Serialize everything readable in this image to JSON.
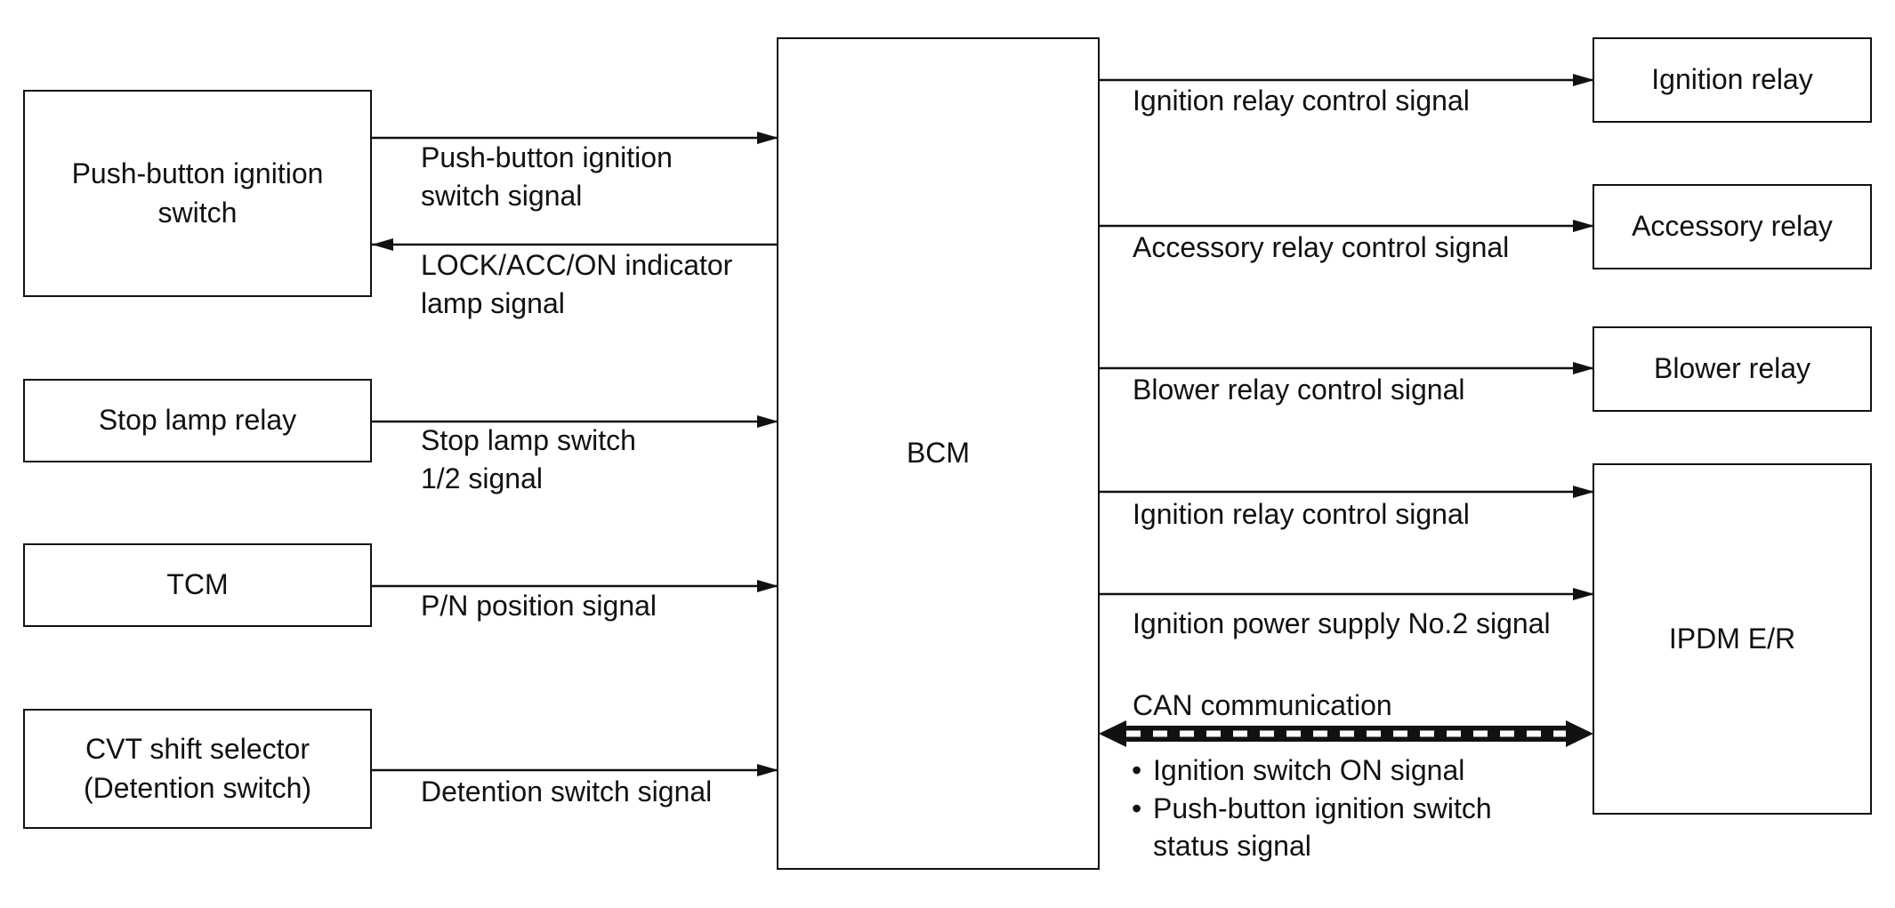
{
  "blocks": {
    "push_button_switch": [
      "Push-button ignition",
      "switch"
    ],
    "stop_lamp_relay": "Stop lamp relay",
    "tcm": "TCM",
    "cvt_shift_selector": [
      "CVT shift selector",
      "(Detention switch)"
    ],
    "bcm": "BCM",
    "ignition_relay": "Ignition relay",
    "accessory_relay": "Accessory relay",
    "blower_relay": "Blower relay",
    "ipdm": "IPDM E/R"
  },
  "signals": {
    "push_button_signal": [
      "Push-button ignition",
      "switch signal"
    ],
    "indicator_lamp_signal": [
      "LOCK/ACC/ON indicator",
      "lamp signal"
    ],
    "stop_lamp_signal": [
      "Stop lamp switch",
      "1/2 signal"
    ],
    "pn_position_signal": "P/N position signal",
    "detention_signal": "Detention switch signal",
    "ignition_relay_ctrl_1": "Ignition relay control signal",
    "accessory_relay_ctrl": "Accessory relay control signal",
    "blower_relay_ctrl": "Blower relay control signal",
    "ignition_relay_ctrl_2": "Ignition relay control signal",
    "ignition_power_supply": "Ignition power supply No.2 signal",
    "can_communication": "CAN communication",
    "can_items": [
      "Ignition switch ON signal",
      "Push-button ignition switch",
      "status signal"
    ]
  }
}
